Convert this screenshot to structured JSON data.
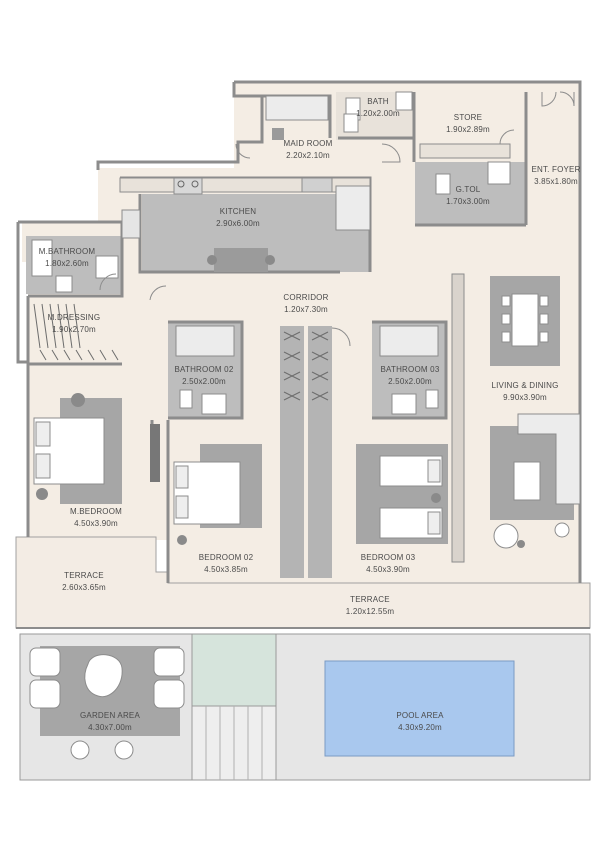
{
  "colors": {
    "floor": "#f4ede4",
    "wall": "#8c8c8c",
    "wet_area": "#bdbdbd",
    "furniture": "#9e9e9e",
    "rug": "#a6a6a6",
    "terrace": "#f3ece4",
    "garden": "#e6e6e6",
    "pool": "#a9c8ee",
    "landscape": "#d6e4dc"
  },
  "rooms": {
    "bath": {
      "name": "BATH",
      "size": "1.20x2.00m"
    },
    "maid_room": {
      "name": "MAID ROOM",
      "size": "2.20x2.10m"
    },
    "store": {
      "name": "STORE",
      "size": "1.90x2.89m"
    },
    "ent_foyer": {
      "name": "ENT. FOYER",
      "size": "3.85x1.80m"
    },
    "gtol": {
      "name": "G.TOL",
      "size": "1.70x3.00m"
    },
    "kitchen": {
      "name": "KITCHEN",
      "size": "2.90x6.00m"
    },
    "m_bathroom": {
      "name": "M.BATHROOM",
      "size": "1.80x2.60m"
    },
    "m_dressing": {
      "name": "M.DRESSING",
      "size": "1.90x2.70m"
    },
    "corridor": {
      "name": "CORRIDOR",
      "size": "1.20x7.30m"
    },
    "bathroom_02": {
      "name": "BATHROOM 02",
      "size": "2.50x2.00m"
    },
    "bathroom_03": {
      "name": "BATHROOM 03",
      "size": "2.50x2.00m"
    },
    "living_dining": {
      "name": "LIVING & DINING",
      "size": "9.90x3.90m"
    },
    "m_bedroom": {
      "name": "M.BEDROOM",
      "size": "4.50x3.90m"
    },
    "bedroom_02": {
      "name": "BEDROOM 02",
      "size": "4.50x3.85m"
    },
    "bedroom_03": {
      "name": "BEDROOM 03",
      "size": "4.50x3.90m"
    },
    "terrace_small": {
      "name": "TERRACE",
      "size": "2.60x3.65m"
    },
    "terrace_main": {
      "name": "TERRACE",
      "size": "1.20x12.55m"
    },
    "garden_area": {
      "name": "GARDEN AREA",
      "size": "4.30x7.00m"
    },
    "pool_area": {
      "name": "POOL AREA",
      "size": "4.30x9.20m"
    }
  }
}
